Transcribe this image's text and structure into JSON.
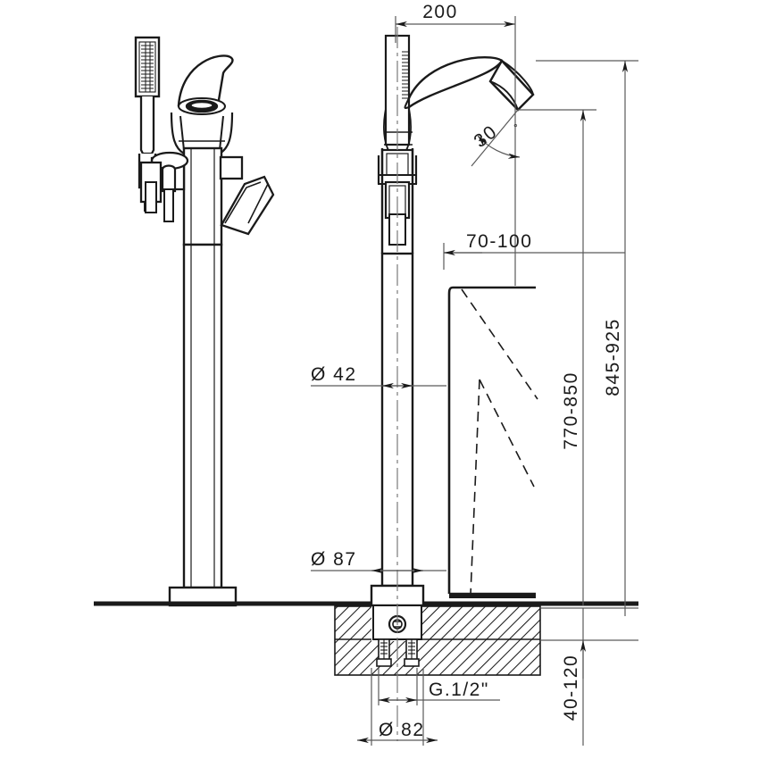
{
  "drawing": {
    "type": "technical-dimension-drawing",
    "subject": "Floor-mounted bath filler with handshower",
    "units": "mm",
    "background_color": "#ffffff",
    "line_color": "#1a1a1a",
    "dim_line_color": "#5a5a5a"
  },
  "dimensions": {
    "spout_reach": {
      "label": "200",
      "orientation": "horizontal",
      "position": "top"
    },
    "swivel_angle": {
      "label": "30",
      "symbol": "°",
      "orientation": "rotated",
      "position": "upper-center"
    },
    "tub_rim_gap": {
      "label": "70-100",
      "orientation": "horizontal",
      "position": "upper-right"
    },
    "column_diameter": {
      "label": "Ø 42",
      "orientation": "horizontal",
      "position": "mid-left"
    },
    "base_diameter": {
      "label": "Ø 87",
      "orientation": "horizontal",
      "position": "lower-left"
    },
    "spout_height": {
      "label": "770-850",
      "orientation": "vertical",
      "position": "right"
    },
    "total_height": {
      "label": "845-925",
      "orientation": "vertical",
      "position": "far-right"
    },
    "floor_depth": {
      "label": "40-120",
      "orientation": "vertical",
      "position": "bottom-right"
    },
    "supply_thread": {
      "label": "G.1/2\"",
      "orientation": "horizontal",
      "position": "bottom-center"
    },
    "rough_in_diameter": {
      "label": "Ø 82",
      "orientation": "horizontal",
      "position": "bottom-center"
    }
  },
  "views": {
    "perspective": {
      "name": "product-3d-view",
      "description": "Three dimensional view of tub filler with handshower, mixer body, swivel spout and lever handle"
    },
    "section": {
      "name": "cross-section-view",
      "description": "Dimensioned sectional elevation showing column, floor mounting and bathtub profile"
    }
  },
  "annotations": {
    "floor_label": "floor-line",
    "hatch_label": "floor-section-hatching",
    "tub_label": "bathtub-outline",
    "anchor_label": "anchor-bolt"
  }
}
